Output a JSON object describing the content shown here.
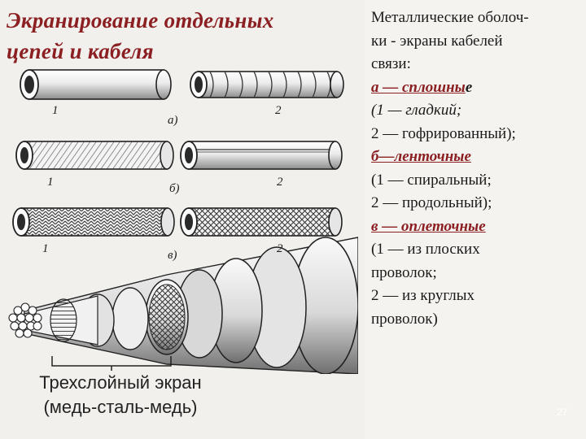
{
  "title": {
    "line1": "Экранирование отдельных",
    "line2": "цепей и кабеля"
  },
  "figure": {
    "labels": {
      "n1": "1",
      "n2": "2",
      "a": "а)",
      "b": "б)",
      "v": "в)"
    },
    "caption": {
      "line1": "Трехслойный экран",
      "line2": "(медь-сталь-медь)"
    }
  },
  "text": {
    "intro1": "Металлические оболоч-",
    "intro2": "ки - экраны кабелей",
    "intro3": "связи:",
    "a_head_lead": "а — сплошны",
    "a_head_tail": "е",
    "a_1": "(1 — гладкий;",
    "a_2": "2 — гофрированный);",
    "b_head": "б—ленточные",
    "b_1": "(1 — спиральный;",
    "b_2": "2 — продольный);",
    "v_head": "в — оплеточные",
    "v_1a": "(1 — из плоских",
    "v_1b": "проволок;",
    "v_2a": "2 — из круглых",
    "v_2b": "проволок)"
  },
  "page_number": "27",
  "colors": {
    "title": "#8b1f22",
    "heading": "#8b1f22",
    "text": "#1a1a1a",
    "background": "#e9e7e2"
  }
}
